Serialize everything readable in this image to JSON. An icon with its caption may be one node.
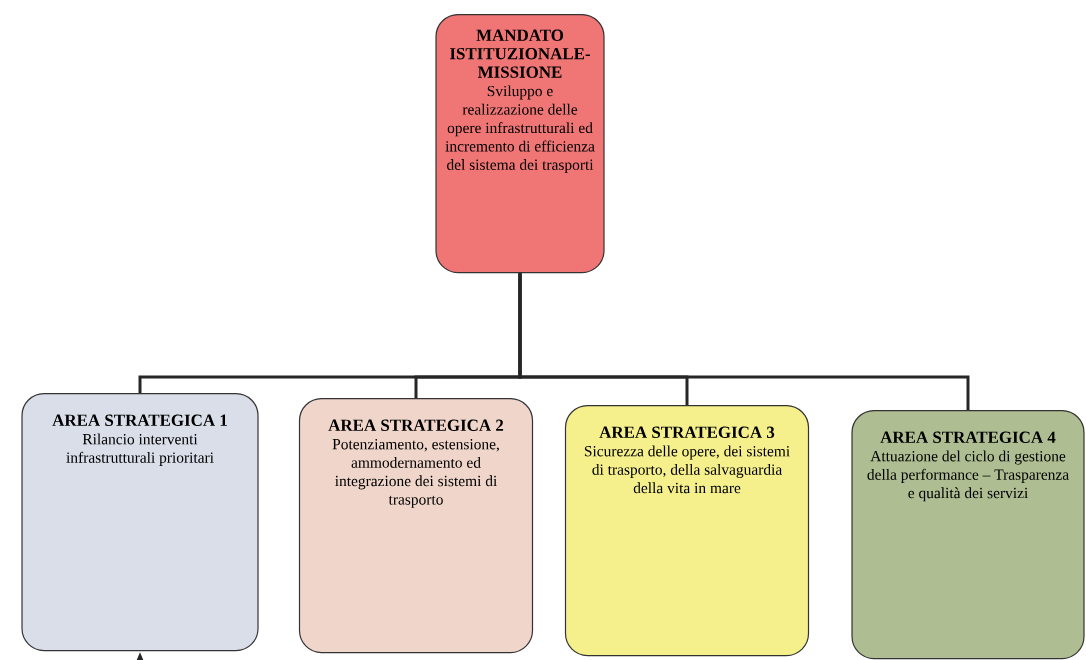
{
  "diagram": {
    "nodes": [
      {
        "text": [
          "MANDATO ISTITUZIONALE-MISSIONE",
          "Sviluppo e realizzazione delle opere infrastrutturali ed incremento di efficienza del sistema dei trasporti"
        ]
      },
      {
        "text": [
          "AREA STRATEGICA 1",
          "Rilancio interventi infrastrutturali prioritari"
        ]
      },
      {
        "text": [
          "AREA STRATEGICA 2",
          "Potenziamento, estensione, ammodernamento ed integrazione dei sistemi di trasporto"
        ]
      },
      {
        "text": [
          "AREA STRATEGICA 3",
          "Sicurezza delle opere, dei sistemi di trasporto, della salvaguardia della vita in mare"
        ]
      },
      {
        "text": [
          "AREA STRATEGICA 4",
          "Attuazione del ciclo di gestione della performance – Trasparenza e qualità dei servizi"
        ]
      }
    ],
    "edges": [
      {
        "from": 0,
        "to": 1,
        "arrow": "none"
      },
      {
        "from": 0,
        "to": 2,
        "arrow": "none"
      },
      {
        "from": 0,
        "to": 3,
        "arrow": "none"
      },
      {
        "from": 0,
        "to": 4,
        "arrow": "none"
      },
      {
        "from": null,
        "to": 1,
        "arrow": "to"
      }
    ]
  }
}
